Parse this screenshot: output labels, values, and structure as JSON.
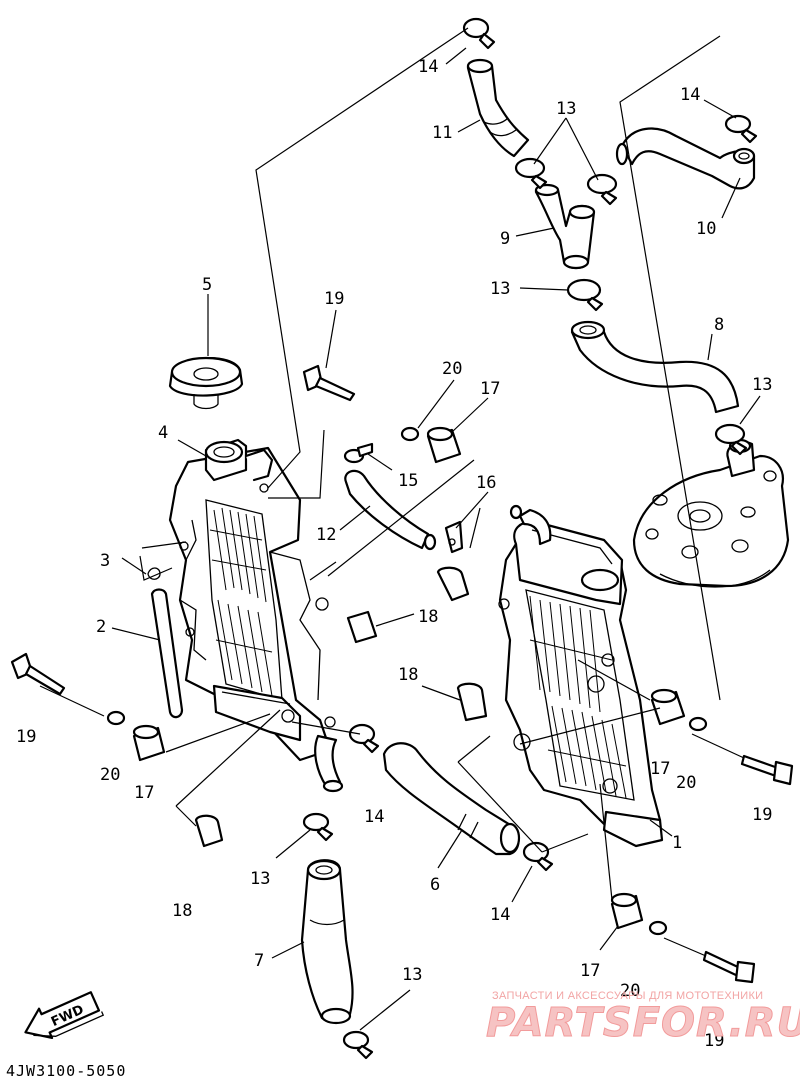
{
  "diagram": {
    "part_code": "4JW3100-5050",
    "fwd_label": "FWD",
    "callouts": [
      {
        "id": "c14a",
        "text": "14"
      },
      {
        "id": "c11",
        "text": "11"
      },
      {
        "id": "c13a",
        "text": "13"
      },
      {
        "id": "c14b",
        "text": "14"
      },
      {
        "id": "c9",
        "text": "9"
      },
      {
        "id": "c10",
        "text": "10"
      },
      {
        "id": "c13b",
        "text": "13"
      },
      {
        "id": "c8",
        "text": "8"
      },
      {
        "id": "c5",
        "text": "5"
      },
      {
        "id": "c19a",
        "text": "19"
      },
      {
        "id": "c20a",
        "text": "20"
      },
      {
        "id": "c17a",
        "text": "17"
      },
      {
        "id": "c13c",
        "text": "13"
      },
      {
        "id": "c4",
        "text": "4"
      },
      {
        "id": "c15",
        "text": "15"
      },
      {
        "id": "c16",
        "text": "16"
      },
      {
        "id": "c12",
        "text": "12"
      },
      {
        "id": "c3",
        "text": "3"
      },
      {
        "id": "c18a",
        "text": "18"
      },
      {
        "id": "c2",
        "text": "2"
      },
      {
        "id": "c18b",
        "text": "18"
      },
      {
        "id": "c19b",
        "text": "19"
      },
      {
        "id": "c20b",
        "text": "20"
      },
      {
        "id": "c17b",
        "text": "17"
      },
      {
        "id": "c14c",
        "text": "14"
      },
      {
        "id": "c17c",
        "text": "17"
      },
      {
        "id": "c20c",
        "text": "20"
      },
      {
        "id": "c19c",
        "text": "19"
      },
      {
        "id": "c1",
        "text": "1"
      },
      {
        "id": "c13d",
        "text": "13"
      },
      {
        "id": "c6",
        "text": "6"
      },
      {
        "id": "c14d",
        "text": "14"
      },
      {
        "id": "c18c",
        "text": "18"
      },
      {
        "id": "c7",
        "text": "7"
      },
      {
        "id": "c13e",
        "text": "13"
      },
      {
        "id": "c17d",
        "text": "17"
      },
      {
        "id": "c20d",
        "text": "20"
      },
      {
        "id": "c19d",
        "text": "19"
      }
    ]
  },
  "watermark": {
    "line": "ЗАПЧАСТИ И АКСЕССУАРЫ ДЛЯ МОТОТЕХНИКИ",
    "logo": "PARTSFOR.RU",
    "color": "#f29b9b"
  }
}
